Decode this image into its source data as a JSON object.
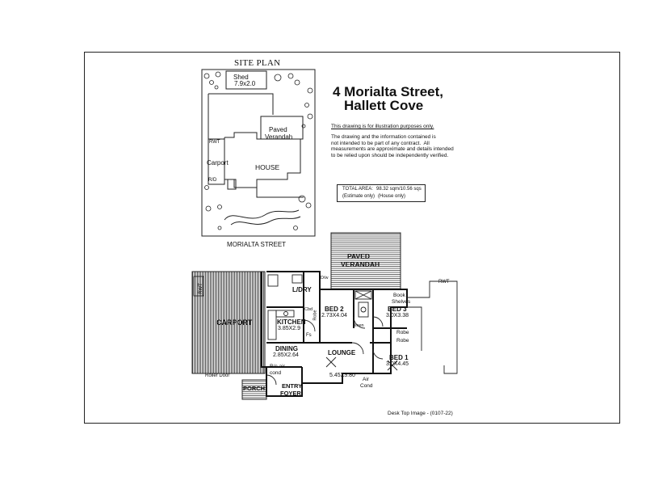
{
  "site_plan": {
    "title": "SITE PLAN",
    "street": "MORIALTA STREET",
    "labels": {
      "shed": "Shed",
      "shed_size": "7.9x2.0",
      "paved_verandah_1": "Paved",
      "paved_verandah_2": "Verandah",
      "rwt": "RWT",
      "carport": "Carport",
      "house": "HOUSE",
      "rd": "R/D"
    }
  },
  "header": {
    "address_line1": "4 Morialta Street,",
    "address_line2": "Hallett Cove",
    "illustration_note": "This drawing is for illustration purposes only.",
    "disclaimer": "The drawing and the information contained is\nnot intended to be part of any contract.  All\nmeasurements are approximate and details intended\nto be relied upon should be independently verified."
  },
  "total_area": {
    "label": "TOTAL AREA:",
    "value": "98.32 sqm/10.56 sqs",
    "estimate": "(Estimate only)",
    "house_only": "(House only)"
  },
  "floor_plan": {
    "paved_verandah_1": "PAVED",
    "paved_verandah_2": "VERANDAH",
    "rwt_left": "RWT",
    "rwt_right": "RWT",
    "carport": "CARPORT",
    "roller_door": "Roller Door",
    "porch": "PORCH",
    "ldry": "L/DRY",
    "dw": "D/w",
    "kitchen": "KITCHEN",
    "kitchen_size": "3.85X2.9",
    "cbd": "Cbd",
    "robe": "Robe",
    "fs": "Fs",
    "dining": "DINING",
    "dining_size": "2.85X2.64",
    "ric_air_1": "R/c air",
    "ric_air_2": "cond",
    "bed2": "BED 2",
    "bed2_size": "2.73X4.04",
    "linen": "linen",
    "bed3": "BED 3",
    "bed3_size": "3.0X3.38",
    "book_shelves_1": "Book",
    "book_shelves_2": "Shelves",
    "robe2": "Robe",
    "robe3": "Robe",
    "lounge": "LOUNGE",
    "lounge_size": "5.45X3.80",
    "air_cond_1": "Air",
    "air_cond_2": "Cond",
    "bed1": "BED 1",
    "bed1_size": "3.0X4.45",
    "entry_1": "ENTRY",
    "entry_2": "FOYER"
  },
  "footer": {
    "credit": "Desk Top Image - (0107-22)"
  }
}
